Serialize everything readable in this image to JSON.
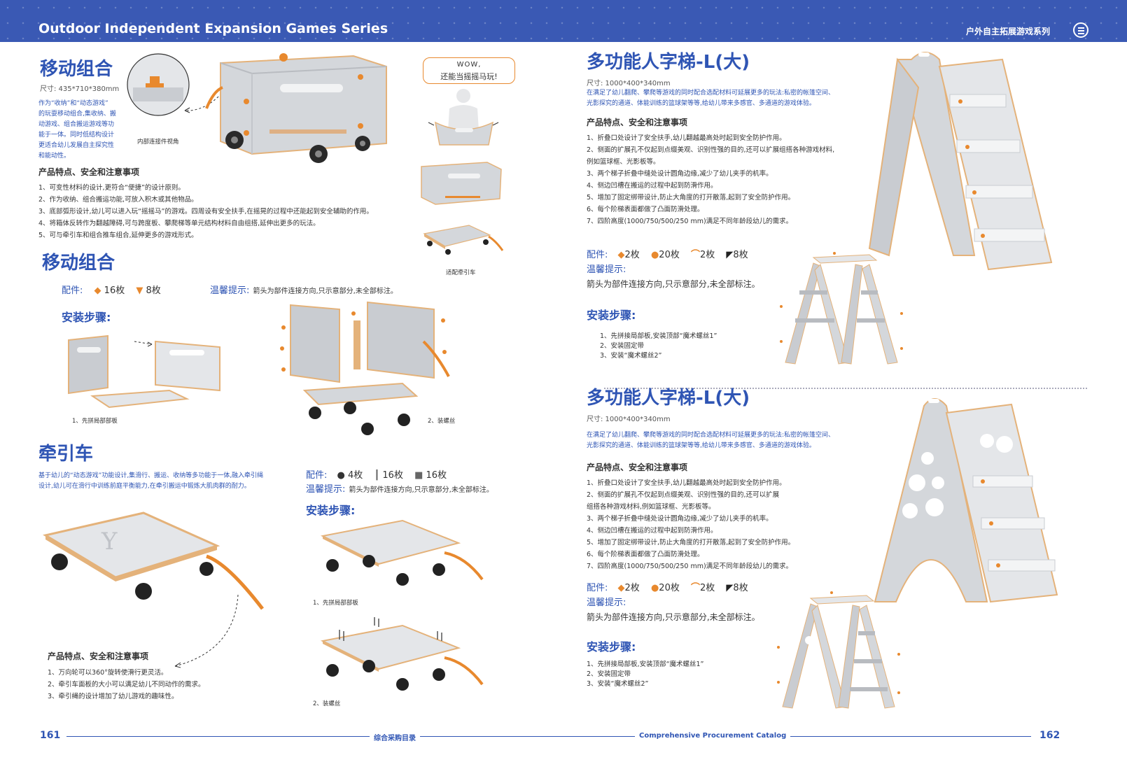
{
  "header": {
    "title": "Outdoor Independent Expansion Games Series",
    "title_cn": "户外自主拓展游戏系列",
    "menu_icon": "list-circle-icon"
  },
  "left": {
    "mobile1": {
      "title": "移动组合",
      "dims": "尺寸: 435*710*380mm",
      "desc": [
        "作为“收纳”和“动态游戏”",
        "的玩耍移动组合,集收纳、搬",
        "动游戏、组合搬运游戏等功",
        "能于一体。同时低结构设计",
        "更适合幼儿发展自主探究性",
        "和能动性。"
      ],
      "inner_label": "内部连接件视角",
      "bubble": [
        "WOW,",
        "还能当摇摇马玩!"
      ],
      "cart_label": "适配牵引车",
      "features_title": "产品特点、安全和注意事项",
      "features": [
        "1、可变性材料的设计,更符合“便捷”的设计原则。",
        "2、作为收纳、组合搬运功能,可放入积木或其他物品。",
        "3、底部弧形设计,幼儿可以进入玩“摇摇马”的游戏。四周设有安全扶手,在摇晃的过程中还能起到安全辅助的作用。",
        "4、将箱体反转作为翻越障碍,可与跨度板、攀爬梯等单元结构材料自由组搭,延伸出更多的玩法。",
        "5、可与牵引车和组合推车组合,延伸更多的游戏形式。"
      ]
    },
    "mobile2": {
      "title": "移动组合",
      "acc_label": "配件:",
      "acc": [
        {
          "qty": "16枚"
        },
        {
          "qty": "8枚"
        }
      ],
      "tip_label": "温馨提示:",
      "tip_text": "箭头为部件连接方向,只示意部分,未全部标注。",
      "steps_title": "安装步骤:",
      "step1": "1、先拼局部部板",
      "step2": "2、装螺丝"
    },
    "cart": {
      "title": "牵引车",
      "desc": [
        "基于幼儿的“动态游戏”功能设计,集滑行、搬运、收纳等多功能于一体,融入牵引绳",
        "设计,幼儿可在滑行中训练前庭平衡能力,在牵引搬运中锻炼大肌肉群的耐力。"
      ],
      "acc_label": "配件:",
      "acc": [
        {
          "qty": "4枚"
        },
        {
          "qty": "16枚"
        },
        {
          "qty": "16枚"
        }
      ],
      "tip_label": "温馨提示:",
      "tip_text": "箭头为部件连接方向,只示意部分,未全部标注。",
      "steps_title": "安装步骤:",
      "step1": "1、先拼局部部板",
      "step2": "2、装螺丝",
      "features_title": "产品特点、安全和注意事项",
      "features": [
        "1、万向轮可以360°旋转使滑行更灵活。",
        "2、牵引车面板的大小可以满足幼儿不同动作的需求。",
        "3、牵引绳的设计增加了幼儿游戏的趣味性。"
      ]
    }
  },
  "right": {
    "ladder1": {
      "title": "多功能人字梯-L(大)",
      "dims": "尺寸: 1000*400*340mm",
      "desc": [
        "在满足了幼儿翻爬、攀爬等游戏的同时配合选配材料可延展更多的玩法:私密的帐篷空间、",
        "光影探究的通道、体能训练的篮球架等等,给幼儿带来多感官、多通道的游戏体验。"
      ],
      "features_title": "产品特点、安全和注意事项",
      "features": [
        "1、折叠口处设计了安全扶手,幼儿翻越最高处时起到安全防护作用。",
        "2、侧面的扩展孔不仅起到点缀美观、识别性强的目的,还可以扩展组搭各种游戏材料,",
        "例如篮球框、光影板等。",
        "3、两个梯子折叠中缝处设计圆角边缘,减少了幼儿夹手的机率。",
        "4、侧边凹槽在搬运的过程中起到防滑作用。",
        "5、增加了固定绑带设计,防止大角度的打开散落,起到了安全防护作用。",
        "6、每个阶梯表面都做了凸面防滑处理。",
        "7、四阶高度(1000/750/500/250 mm)满足不同年龄段幼儿的需求。"
      ],
      "acc_label": "配件:",
      "acc": [
        {
          "qty": "2枚"
        },
        {
          "qty": "20枚"
        },
        {
          "qty": "2枚"
        },
        {
          "qty": "8枚"
        }
      ],
      "tip_label": "温馨提示:",
      "tip_text": "箭头为部件连接方向,只示意部分,未全部标注。",
      "steps_title": "安装步骤:",
      "steps": [
        "1、先拼接局部板,安装顶部“魔术螺丝1”",
        "2、安装固定带",
        "3、安装“魔术螺丝2”"
      ]
    },
    "ladder2": {
      "title": "多功能人字梯-L(大)",
      "dims": "尺寸: 1000*400*340mm",
      "desc": [
        "在满足了幼儿翻爬、攀爬等游戏的同时配合选配材料可延展更多的玩法:私密的帐篷空间、",
        "光影探究的通道、体能训练的篮球架等等,给幼儿带来多感官、多通道的游戏体验。"
      ],
      "features_title": "产品特点、安全和注意事项",
      "features": [
        "1、折叠口处设计了安全扶手,幼儿翻越最高处时起到安全防护作用。",
        "2、侧面的扩展孔不仅起到点缀美观、识别性强的目的,还可以扩展",
        "组搭各种游戏材料,例如篮球框、光影板等。",
        "3、两个梯子折叠中缝处设计圆角边缘,减少了幼儿夹手的机率。",
        "4、侧边凹槽在搬运的过程中起到防滑作用。",
        "5、增加了固定绑带设计,防止大角度的打开散落,起到了安全防护作用。",
        "6、每个阶梯表面都做了凸面防滑处理。",
        "7、四阶高度(1000/750/500/250 mm)满足不同年龄段幼儿的需求。"
      ],
      "acc_label": "配件:",
      "acc": [
        {
          "qty": "2枚"
        },
        {
          "qty": "20枚"
        },
        {
          "qty": "2枚"
        },
        {
          "qty": "8枚"
        }
      ],
      "tip_label": "温馨提示:",
      "tip_text": "箭头为部件连接方向,只示意部分,未全部标注。",
      "steps_title": "安装步骤:",
      "steps": [
        "1、先拼接局部板,安装顶部“魔术螺丝1”",
        "2、安装固定带",
        "3、安装“魔术螺丝2”"
      ]
    }
  },
  "footer": {
    "page_left": "161",
    "center_cn": "综合采购目录",
    "center_en": "Comprehensive Procurement Catalog",
    "page_right": "162"
  },
  "colors": {
    "brand": "#3a59b4",
    "text_blue": "#2f55b4",
    "accent_orange": "#e8892e",
    "panel_grey": "#d4d7db"
  }
}
